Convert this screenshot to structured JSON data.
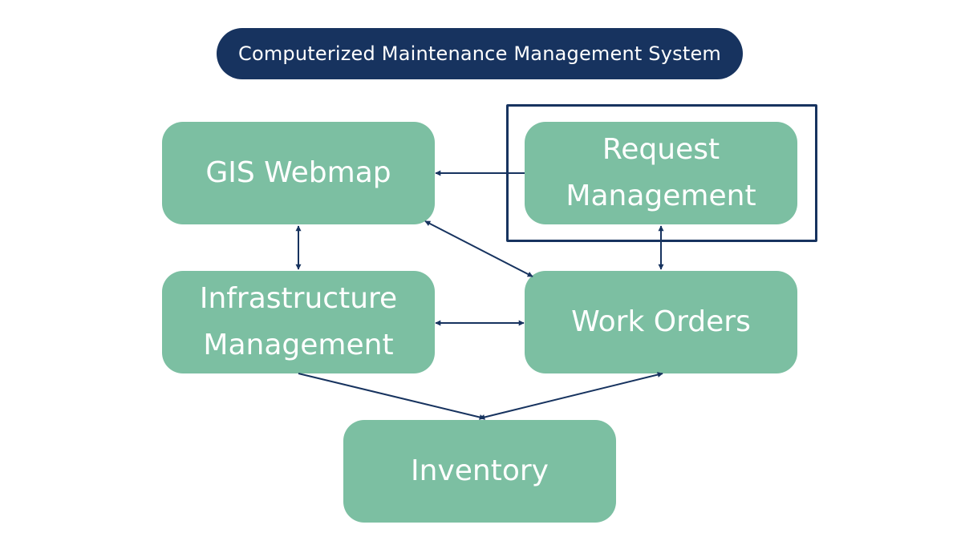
{
  "title": "Computerized Maintenance Management System",
  "nodes": {
    "gis_webmap": {
      "lines": [
        "GIS Webmap"
      ]
    },
    "request_management": {
      "lines": [
        "Request",
        "Management"
      ]
    },
    "infrastructure_management": {
      "lines": [
        "Infrastructure",
        "Management"
      ]
    },
    "work_orders": {
      "lines": [
        "Work Orders"
      ]
    },
    "inventory": {
      "lines": [
        "Inventory"
      ]
    }
  },
  "connections": [
    {
      "from": "request_management",
      "to": "gis_webmap",
      "direction": "one-way"
    },
    {
      "from": "gis_webmap",
      "to": "infrastructure_management",
      "direction": "two-way"
    },
    {
      "from": "gis_webmap",
      "to": "work_orders",
      "direction": "two-way"
    },
    {
      "from": "request_management",
      "to": "work_orders",
      "direction": "two-way"
    },
    {
      "from": "infrastructure_management",
      "to": "work_orders",
      "direction": "two-way"
    },
    {
      "from": "infrastructure_management",
      "to": "inventory",
      "direction": "one-way"
    },
    {
      "from": "inventory",
      "to": "work_orders",
      "direction": "two-way"
    }
  ],
  "colors": {
    "title_background": "#17335f",
    "node_fill": "#7cbfa2",
    "node_text": "#ffffff",
    "connector": "#17335f",
    "highlight_frame": "#17335f"
  }
}
